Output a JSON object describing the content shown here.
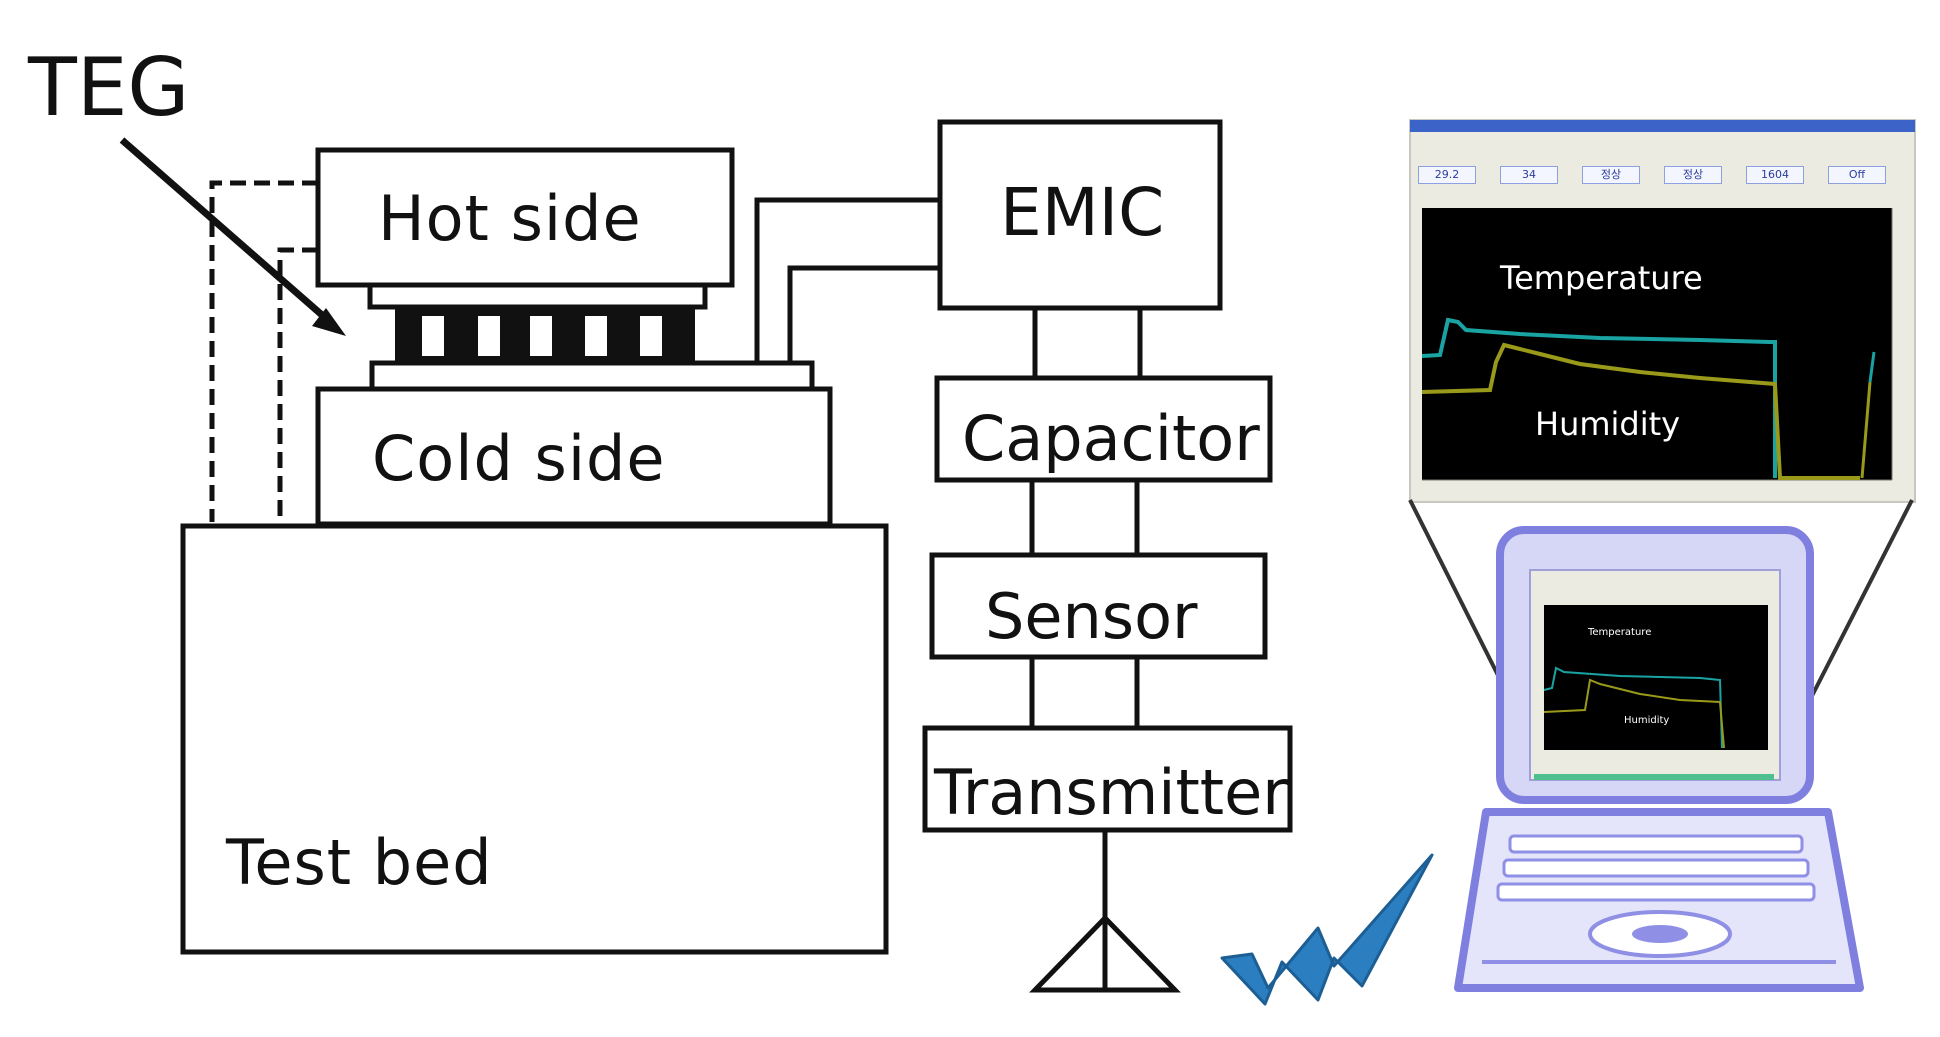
{
  "labels": {
    "teg": "TEG",
    "hot_side": "Hot side",
    "cold_side": "Cold side",
    "test_bed": "Test bed",
    "emic": "EMIC",
    "capacitor": "Capacitor",
    "sensor": "Sensor",
    "transmitter": "Transmitter"
  },
  "monitor": {
    "temperature_label": "Temperature",
    "humidity_label": "Humidity",
    "header_values": [
      "29.2",
      "34",
      "정상",
      "정상",
      "1604",
      "Off"
    ]
  },
  "colors": {
    "stroke": "#111111",
    "plot_background": "#000000",
    "temperature_line": "#1aa3a3",
    "humidity_line": "#9a9a1a",
    "laptop": "#7f7fe0",
    "lightning": "#2b7fc0"
  }
}
